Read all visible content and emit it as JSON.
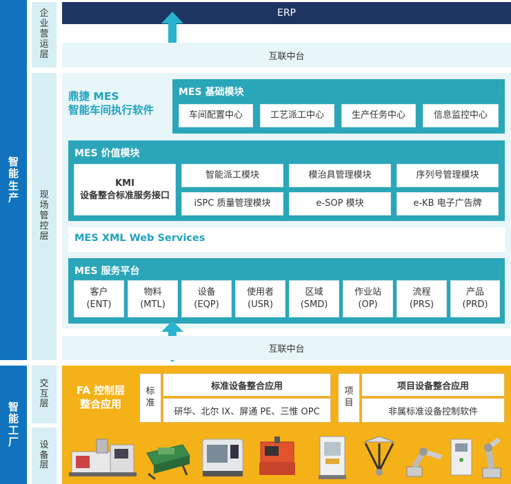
{
  "left_bars": {
    "production": "智能生产",
    "factory": "智能工厂"
  },
  "layers": {
    "enterprise": "企业营运层",
    "field": "现场管控层",
    "interaction": "交互层",
    "equipment": "设备层"
  },
  "erp": "ERP",
  "hub_top": "互联中台",
  "hub_bottom": "互联中台",
  "brand": {
    "line1": "鼎捷 MES",
    "line2": "智能车间执行软件"
  },
  "basic": {
    "title": "MES 基础模块",
    "items": [
      "车间配置中心",
      "工艺派工中心",
      "生产任务中心",
      "信息监控中心"
    ]
  },
  "value": {
    "title": "MES 价值模块",
    "kmi_line1": "KMI",
    "kmi_line2": "设备整合标准服务接口",
    "items": [
      "智能派工模块",
      "模治具管理模块",
      "序列号管理模块",
      "iSPC 质量管理模块",
      "e-SOP 模块",
      "e-KB 电子广告牌"
    ]
  },
  "xml": "MES XML Web Services",
  "service": {
    "title": "MES 服务平台",
    "items": [
      {
        "name": "客户",
        "code": "(ENT)"
      },
      {
        "name": "物料",
        "code": "(MTL)"
      },
      {
        "name": "设备",
        "code": "(EQP)"
      },
      {
        "name": "使用者",
        "code": "(USR)"
      },
      {
        "name": "区域",
        "code": "(SMD)"
      },
      {
        "name": "作业站",
        "code": "(OP)"
      },
      {
        "name": "流程",
        "code": "(PRS)"
      },
      {
        "name": "产品",
        "code": "(PRD)"
      }
    ]
  },
  "fa": {
    "title_line1": "FA 控制层",
    "title_line2": "整合应用",
    "standard_tag": "标准",
    "standard_head": "标准设备整合应用",
    "standard_body": "研华、北尔 IX、屏通 PE、三惟 OPC",
    "project_tag": "项目",
    "project_head": "项目设备整合应用",
    "project_body": "非属标准设备控制软件"
  },
  "colors": {
    "blue_bar": "#1173bd",
    "erp_navy": "#1e3564",
    "teal": "#2ba6b9",
    "light_teal": "#e8f6f9",
    "arrow": "#29b3cc",
    "orange": "#f5b118"
  }
}
